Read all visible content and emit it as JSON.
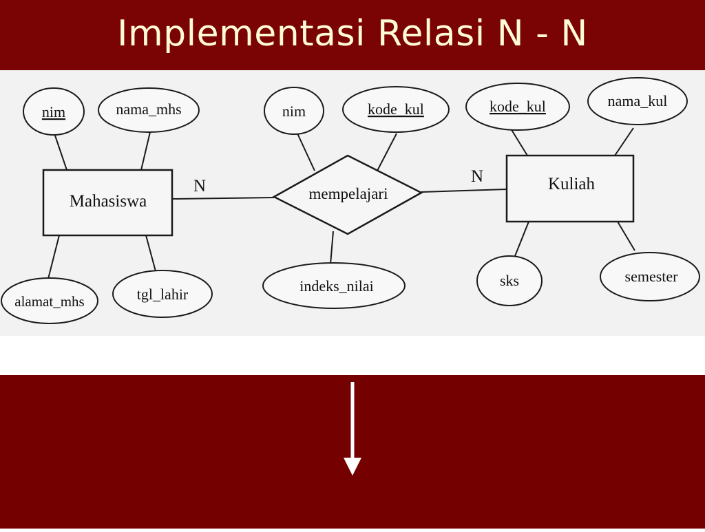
{
  "slide": {
    "title": "Implementasi Relasi N - N",
    "colors": {
      "header_bg": "#7a0303",
      "title_text": "#fffbd6",
      "footer_bg": "#750000",
      "arrow": "#ffffff"
    }
  },
  "diagram": {
    "entities": [
      {
        "id": "mahasiswa",
        "label": "Mahasiswa"
      },
      {
        "id": "kuliah",
        "label": "Kuliah"
      }
    ],
    "relationship": {
      "id": "mempelajari",
      "label": "mempelajari"
    },
    "attributes": [
      {
        "id": "mhs-nim",
        "label": "nim",
        "owner": "Mahasiswa",
        "key": true
      },
      {
        "id": "mhs-nama",
        "label": "nama_mhs",
        "owner": "Mahasiswa",
        "key": false
      },
      {
        "id": "mhs-alamat",
        "label": "alamat_mhs",
        "owner": "Mahasiswa",
        "key": false
      },
      {
        "id": "mhs-tgl",
        "label": "tgl_lahir",
        "owner": "Mahasiswa",
        "key": false
      },
      {
        "id": "rel-nim",
        "label": "nim",
        "owner": "mempelajari",
        "key": false
      },
      {
        "id": "rel-kode",
        "label": "kode_kul",
        "owner": "mempelajari",
        "key": true
      },
      {
        "id": "rel-indeks",
        "label": "indeks_nilai",
        "owner": "mempelajari",
        "key": false
      },
      {
        "id": "kul-kode",
        "label": "kode_kul",
        "owner": "Kuliah",
        "key": true
      },
      {
        "id": "kul-nama",
        "label": "nama_kul",
        "owner": "Kuliah",
        "key": false
      },
      {
        "id": "kul-sks",
        "label": "sks",
        "owner": "Kuliah",
        "key": false
      },
      {
        "id": "kul-semester",
        "label": "semester",
        "owner": "Kuliah",
        "key": false
      }
    ],
    "cardinality": {
      "left": "N",
      "right": "N"
    }
  },
  "footer": {
    "arrow_icon": "arrow-down-icon"
  }
}
